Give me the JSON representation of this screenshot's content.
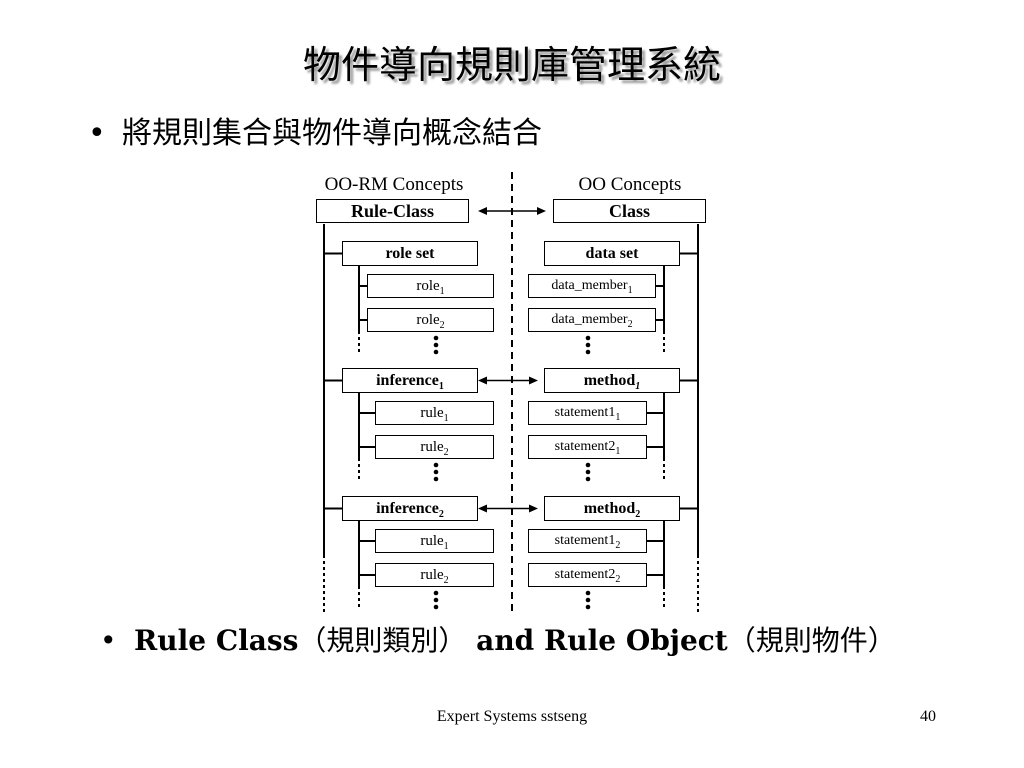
{
  "slide": {
    "title": "物件導向規則庫管理系統",
    "bullet_symbol": "•",
    "bullet1": "將規則集合與物件導向概念結合",
    "bullet2": {
      "p1": "Rule Class",
      "p2": "（規則類別）",
      "p3": " and Rule Object",
      "p4": "（規則物件）"
    },
    "footer": "Expert Systems sstseng",
    "page_number": "40"
  },
  "diagram": {
    "left_header": "OO-RM Concepts",
    "right_header": "OO Concepts",
    "left": {
      "title": "Rule-Class",
      "groups": [
        {
          "header": {
            "base": "role set",
            "sub": ""
          },
          "items": [
            {
              "base": "role",
              "sub": "1"
            },
            {
              "base": "role",
              "sub": "2"
            }
          ]
        },
        {
          "header": {
            "base": "inference",
            "sub": "1"
          },
          "items": [
            {
              "base": "rule",
              "sub": "1"
            },
            {
              "base": "rule",
              "sub": "2"
            }
          ]
        },
        {
          "header": {
            "base": "inference",
            "sub": "2"
          },
          "items": [
            {
              "base": "rule",
              "sub": "1"
            },
            {
              "base": "rule",
              "sub": "2"
            }
          ]
        }
      ]
    },
    "right": {
      "title": "Class",
      "groups": [
        {
          "header": {
            "base": "data set",
            "sub": ""
          },
          "items": [
            {
              "base": "data_member",
              "sub": "1"
            },
            {
              "base": "data_member",
              "sub": "2"
            }
          ]
        },
        {
          "header": {
            "base": "method",
            "sub": "1"
          },
          "items": [
            {
              "base": "statement1",
              "sub": "1"
            },
            {
              "base": "statement2",
              "sub": "1"
            }
          ]
        },
        {
          "header": {
            "base": "method",
            "sub": "2"
          },
          "items": [
            {
              "base": "statement1",
              "sub": "2"
            },
            {
              "base": "statement2",
              "sub": "2"
            }
          ]
        }
      ]
    }
  }
}
